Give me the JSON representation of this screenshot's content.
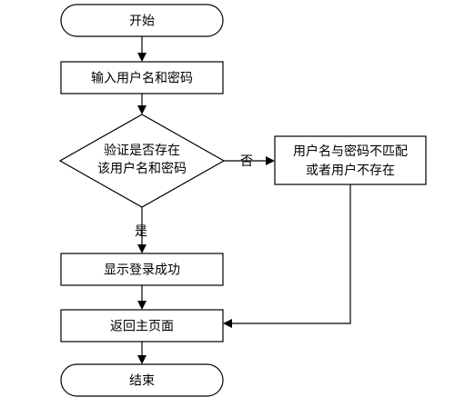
{
  "nodes": {
    "start": {
      "label": "开始"
    },
    "input": {
      "label": "输入用户名和密码"
    },
    "verify": {
      "line1": "验证是否存在",
      "line2": "该用户名和密码"
    },
    "mismatch": {
      "line1": "用户名与密码不匹配",
      "line2": "或者用户不存在"
    },
    "success": {
      "label": "显示登录成功"
    },
    "back": {
      "label": "返回主页面"
    },
    "end": {
      "label": "结束"
    }
  },
  "edges": {
    "no": "否",
    "yes": "是"
  },
  "colors": {
    "stroke": "#000000",
    "fill": "#ffffff",
    "text": "#000000"
  }
}
